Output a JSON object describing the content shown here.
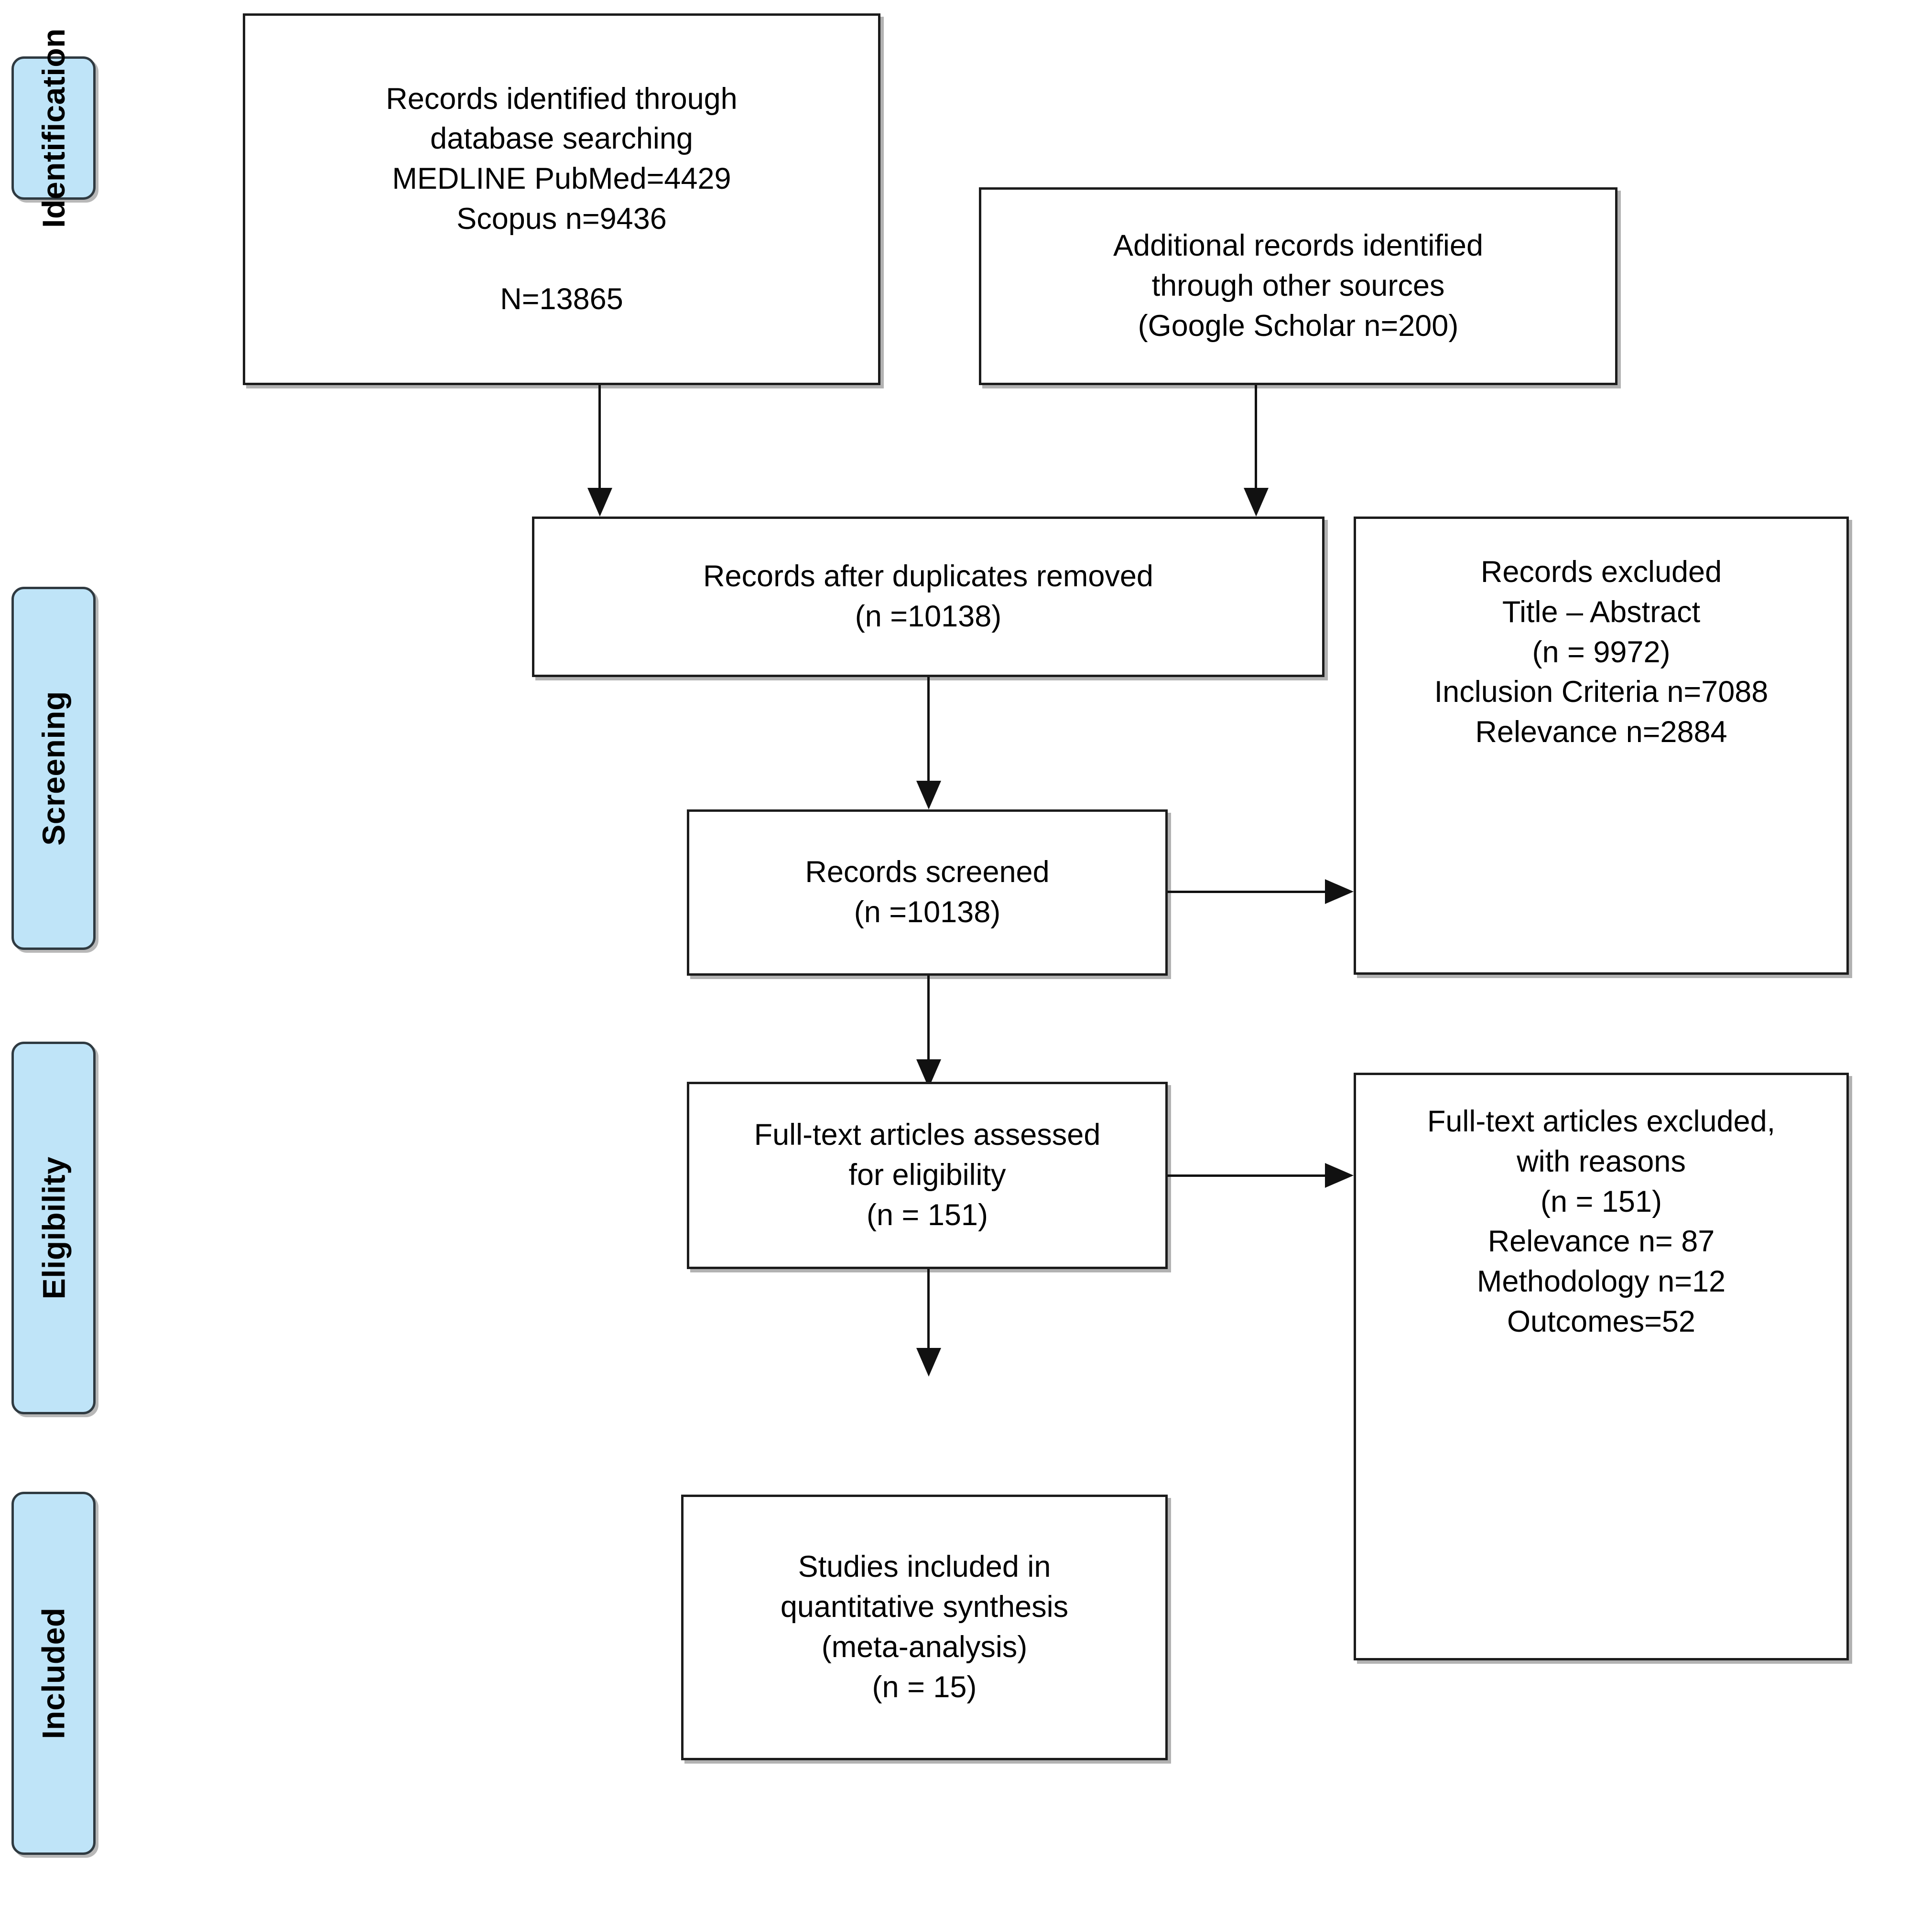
{
  "diagram": {
    "type": "prisma-flow-diagram",
    "title": "PRISMA flow diagram",
    "accent_color": "#bfe4f8",
    "border_color": "#1c1c1c",
    "background_color": "#ffffff"
  },
  "stages": [
    {
      "id": "identification",
      "label": "Identification"
    },
    {
      "id": "screening",
      "label": "Screening"
    },
    {
      "id": "eligibility",
      "label": "Eligibility"
    },
    {
      "id": "included",
      "label": "Included"
    }
  ],
  "boxes": {
    "identified_database": {
      "text": "Records identified through\ndatabase searching\nMEDLINE PubMed=4429\nScopus n=9436\n\nN=13865",
      "lines": [
        "Records identified through",
        "database searching",
        "MEDLINE PubMed=4429",
        "Scopus n=9436",
        "",
        "N=13865"
      ],
      "values": {
        "medline_pubmed": 4429,
        "scopus": 9436,
        "total": 13865
      }
    },
    "identified_other": {
      "text": "Additional records identified\nthrough other sources\n(Google Scholar n=200)",
      "lines": [
        "Additional records identified",
        "through other sources",
        "(Google Scholar n=200)"
      ],
      "values": {
        "google_scholar": 200
      }
    },
    "after_duplicates": {
      "text": "Records after duplicates removed\n(n =10138)",
      "lines": [
        "Records after duplicates removed",
        "(n =10138)"
      ],
      "values": {
        "n": 10138
      }
    },
    "records_screened": {
      "text": "Records screened\n(n =10138)",
      "lines": [
        "Records screened",
        "(n =10138)"
      ],
      "values": {
        "n": 10138
      }
    },
    "records_excluded": {
      "text": "Records excluded\nTitle – Abstract\n(n = 9972)\nInclusion Criteria n=7088\nRelevance n=2884",
      "lines": [
        "Records excluded",
        "Title – Abstract",
        "(n = 9972)",
        "Inclusion Criteria n=7088",
        "Relevance n=2884"
      ],
      "values": {
        "n": 9972,
        "inclusion_criteria": 7088,
        "relevance": 2884
      }
    },
    "fulltext_assessed": {
      "text": "Full-text articles assessed\nfor eligibility\n(n = 151)",
      "lines": [
        "Full-text articles assessed",
        "for eligibility",
        "(n = 151)"
      ],
      "values": {
        "n": 151
      }
    },
    "fulltext_excluded": {
      "text": "Full-text articles excluded,\nwith reasons\n(n = 151)\nRelevance n= 87\nMethodology n=12\nOutcomes=52",
      "lines": [
        "Full-text articles excluded,",
        "with reasons",
        "(n = 151)",
        "Relevance n= 87",
        "Methodology n=12",
        "Outcomes=52"
      ],
      "values": {
        "n": 151,
        "relevance": 87,
        "methodology": 12,
        "outcomes": 52
      }
    },
    "studies_included": {
      "text": "Studies included in\nquantitative synthesis\n(meta-analysis)\n(n = 15)",
      "lines": [
        "Studies included in",
        "quantitative synthesis",
        "(meta-analysis)",
        "(n = 15)"
      ],
      "values": {
        "n": 15
      }
    }
  }
}
